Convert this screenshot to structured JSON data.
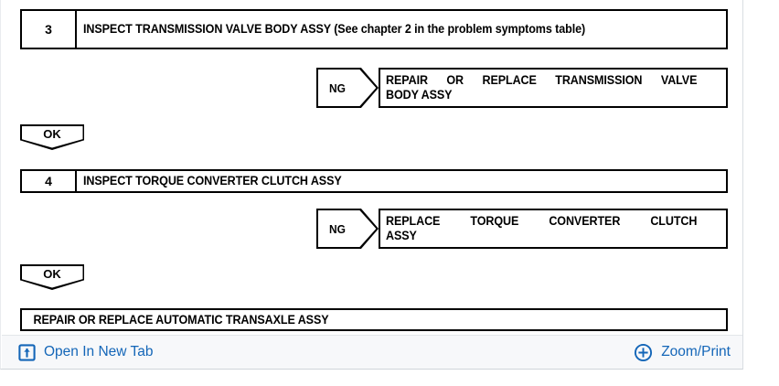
{
  "document": {
    "type": "troubleshooting-flowchart",
    "steps": [
      {
        "number": "3",
        "title": "INSPECT TRANSMISSION VALVE BODY ASSY (See chapter 2 in the problem symptoms table)",
        "ng_label": "NG",
        "ng_result_lines": [
          "REPAIR OR REPLACE TRANSMISSION VALVE",
          "BODY ASSY"
        ],
        "ok_label": "OK"
      },
      {
        "number": "4",
        "title": "INSPECT TORQUE CONVERTER CLUTCH ASSY",
        "ng_label": "NG",
        "ng_result_lines": [
          "REPLACE  TORQUE  CONVERTER  CLUTCH",
          "ASSY"
        ],
        "ok_label": "OK"
      }
    ],
    "final_box": "REPAIR OR REPLACE AUTOMATIC TRANSAXLE ASSY"
  },
  "action_bar": {
    "open_in_new_tab": {
      "label": "Open In New Tab",
      "icon": "external-link-icon"
    },
    "zoom_print": {
      "label": "Zoom/Print",
      "icon": "plus-circle-icon"
    },
    "link_color": "#1466b8"
  },
  "colors": {
    "page_background": "#ffffff",
    "pane_background": "#ffffff",
    "stroke": "#000000",
    "toolbar_background": "#f7f8fa",
    "toolbar_border": "#e3e6ea",
    "pane_border": "#d9dde2",
    "link": "#1466b8"
  }
}
